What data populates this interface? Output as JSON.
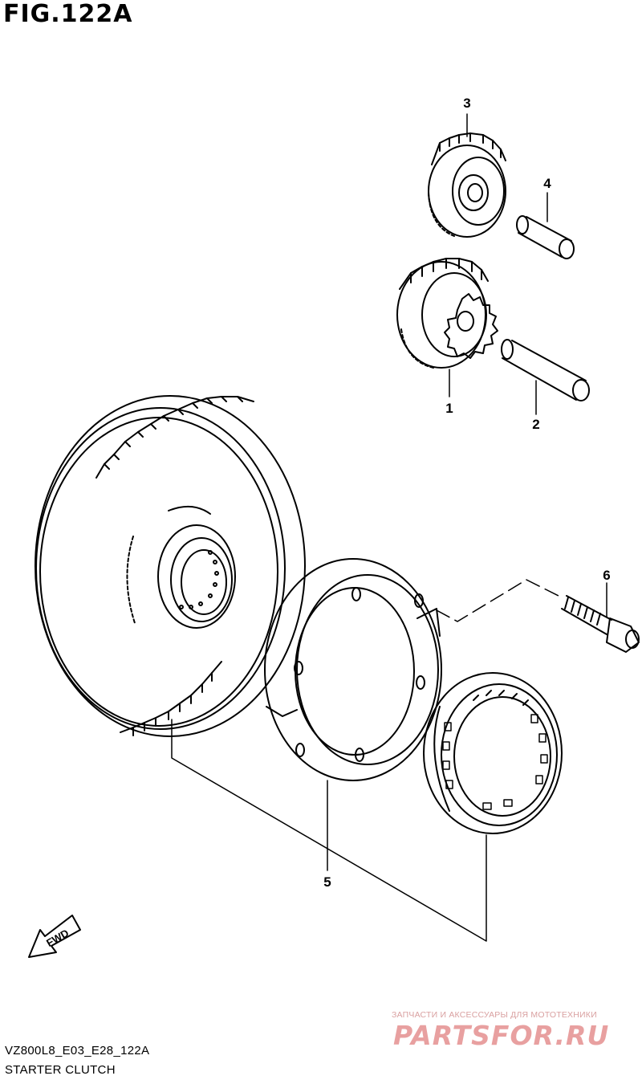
{
  "figure": {
    "title": "FIG.122A"
  },
  "callouts": [
    {
      "number": "1"
    },
    {
      "number": "2"
    },
    {
      "number": "3"
    },
    {
      "number": "4"
    },
    {
      "number": "5"
    },
    {
      "number": "6"
    }
  ],
  "fwd_arrow": {
    "label": "FWD"
  },
  "footer": {
    "model_code": "VZ800L8_E03_E28_122A",
    "section_title": "STARTER CLUTCH"
  },
  "watermark": {
    "subtitle": "ЗАПЧАСТИ И АКСЕССУАРЫ ДЛЯ МОТОТЕХНИКИ",
    "brand": "PARTSFOR.RU"
  }
}
